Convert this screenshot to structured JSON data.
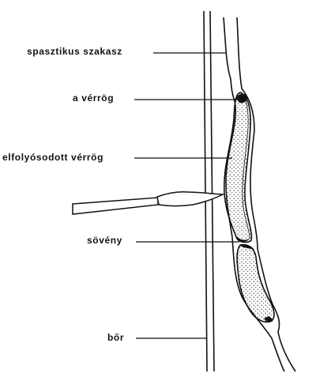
{
  "labels": {
    "spastic_segment": "spasztikus  szakasz",
    "clot": "a  vérrög",
    "liquefied_clot": "elfolyósodott vérrög",
    "septum": "sövény",
    "skin": "bőr"
  },
  "colors": {
    "ink": "#111111",
    "background": "#ffffff"
  }
}
